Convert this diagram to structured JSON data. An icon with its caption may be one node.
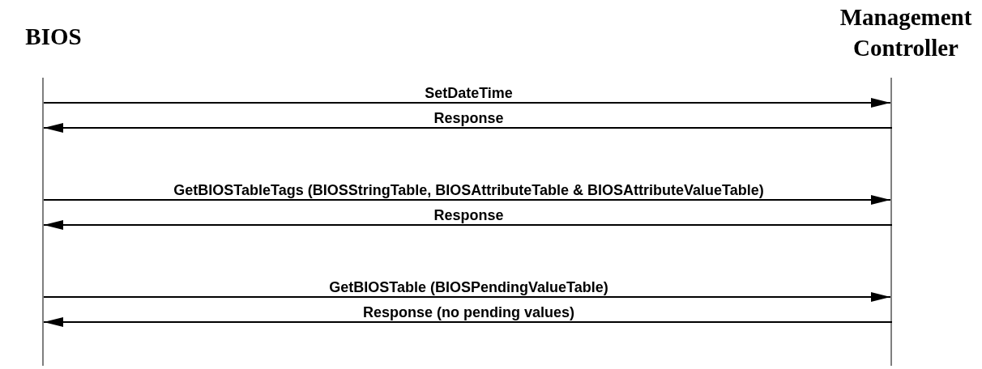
{
  "diagram": {
    "nodes": [
      {
        "text": [
          "BIOS"
        ]
      },
      {
        "text": [
          "Management Controller"
        ]
      }
    ],
    "edges": [
      {
        "from": 0,
        "to": 1,
        "arrow": "to",
        "label": "SetDateTime"
      },
      {
        "from": 1,
        "to": 0,
        "arrow": "to",
        "label": "Response"
      },
      {
        "from": 0,
        "to": 1,
        "arrow": "to",
        "label": "GetBIOSTableTags (BIOSStringTable, BIOSAttributeTable & BIOSAttributeValueTable)"
      },
      {
        "from": 1,
        "to": 0,
        "arrow": "to",
        "label": "Response"
      },
      {
        "from": 0,
        "to": 1,
        "arrow": "to",
        "label": "GetBIOSTable (BIOSPendingValueTable)"
      },
      {
        "from": 1,
        "to": 0,
        "arrow": "to",
        "label": "Response (no pending values)"
      }
    ]
  }
}
